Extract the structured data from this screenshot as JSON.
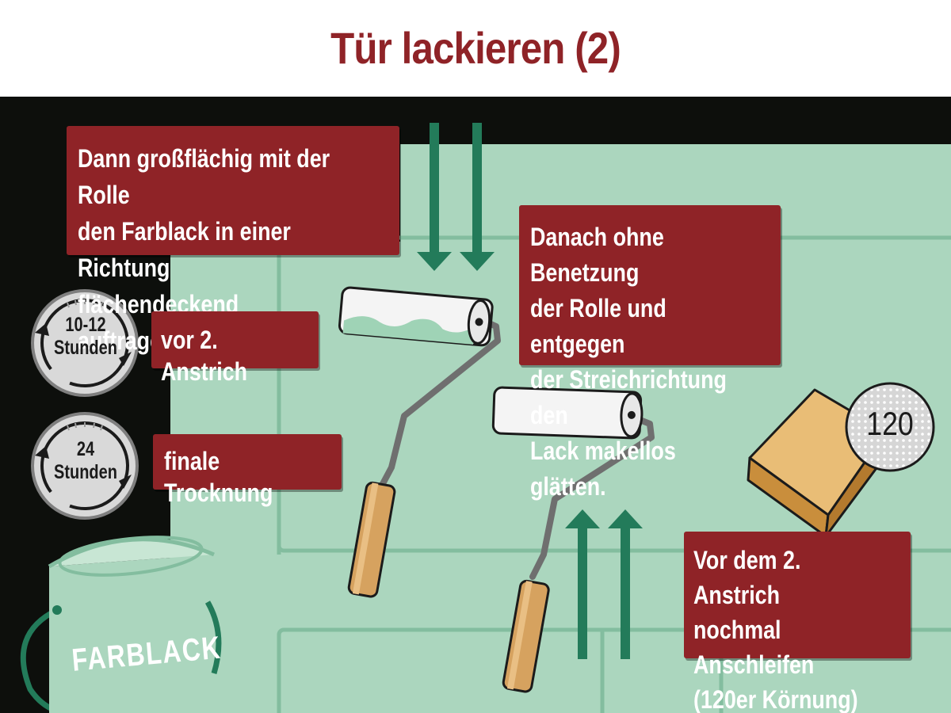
{
  "title": "Tür lackieren (2)",
  "steps": {
    "roll_on": "Dann großflächig mit der Rolle\nden Farblack in einer Richtung\nflächendeckend auftragen.",
    "smooth": "Danach ohne Benetzung\nder Rolle und entgegen\nder Streichrichtung den\nLack makellos glätten.",
    "sand": "Vor dem 2. Anstrich\nnochmal Anschleifen\n(120er Körnung)"
  },
  "timers": [
    {
      "duration": "10-12\nStunden",
      "caption": "vor 2. Anstrich"
    },
    {
      "duration": "24\nStunden",
      "caption": "finale Trocknung"
    }
  ],
  "paint_can_label": "FARBLACK",
  "sandpaper_grit": "120",
  "colors": {
    "title": "#8f2327",
    "box": "#8f2327",
    "door": "#abd6be",
    "door_lines": "#83bd9f",
    "arrows": "#237b5a",
    "background": "#0d0f0c"
  },
  "icons": [
    "clock-timer-icon",
    "paint-roller-icon",
    "paint-can-icon",
    "sanding-block-icon",
    "arrow-down-icon",
    "arrow-up-icon"
  ]
}
